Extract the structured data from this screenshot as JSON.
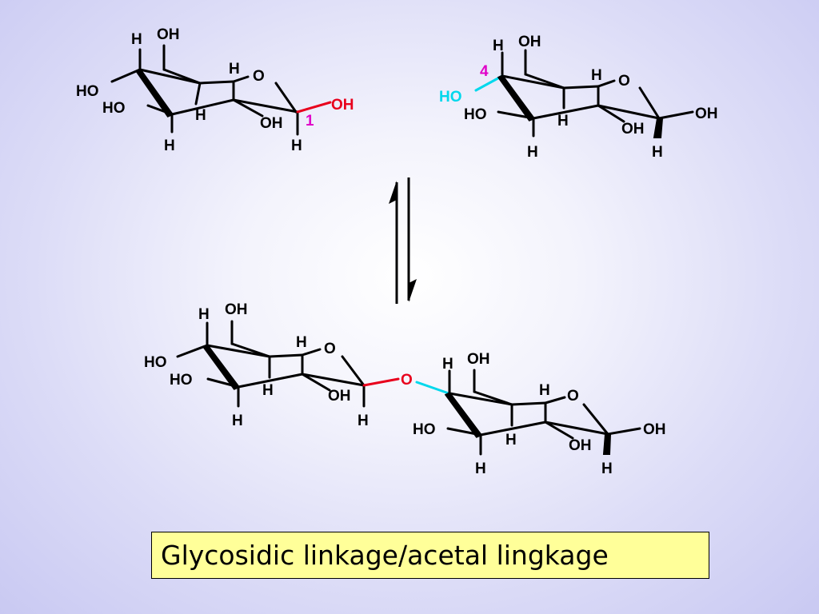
{
  "colors": {
    "background": "#dcdcf7",
    "bond": "#000000",
    "anomeric_highlight": "#e8001c",
    "c4_highlight": "#00d8ec",
    "carbon_number": "#e000c8",
    "caption_bg": "#ffff99"
  },
  "labels": {
    "H": "H",
    "OH": "OH",
    "HO": "HO",
    "O": "O",
    "num_1": "1",
    "num_4": "4"
  },
  "caption": "Glycosidic linkage/acetal lingkage"
}
